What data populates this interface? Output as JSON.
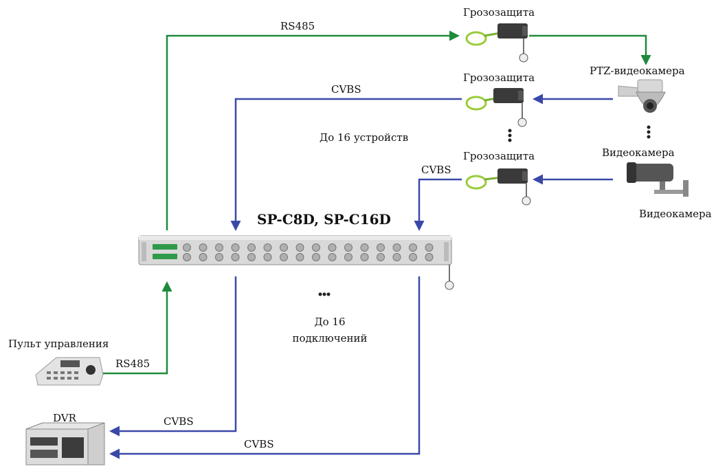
{
  "title": "SP-C8D, SP-C16D",
  "labels": {
    "surge1": "Грозозащита",
    "surge2": "Грозозащита",
    "surge3": "Грозозащита",
    "ptz_camera": "PTZ-видеокамера",
    "camera_top": "Видеокамера",
    "camera_bottom": "Видеокамера",
    "up_to_16_devices": "До 16 устройств",
    "up_to_16_connections_line1": "До 16",
    "up_to_16_connections_line2": "подключений",
    "control_panel": "Пульт управления",
    "dvr": "DVR",
    "ellipsis": "..."
  },
  "signals": {
    "rs485_top": "RS485",
    "rs485_keyboard": "RS485",
    "cvbs_ptz": "CVBS",
    "cvbs_camera": "CVBS",
    "cvbs_dvr_1": "CVBS",
    "cvbs_dvr_2": "CVBS"
  },
  "colors": {
    "rs485_line": "#1e8a3c",
    "cvbs_line": "#3a49a8",
    "device_body": "#3a3a3a",
    "panel": "#d9d9d9"
  }
}
